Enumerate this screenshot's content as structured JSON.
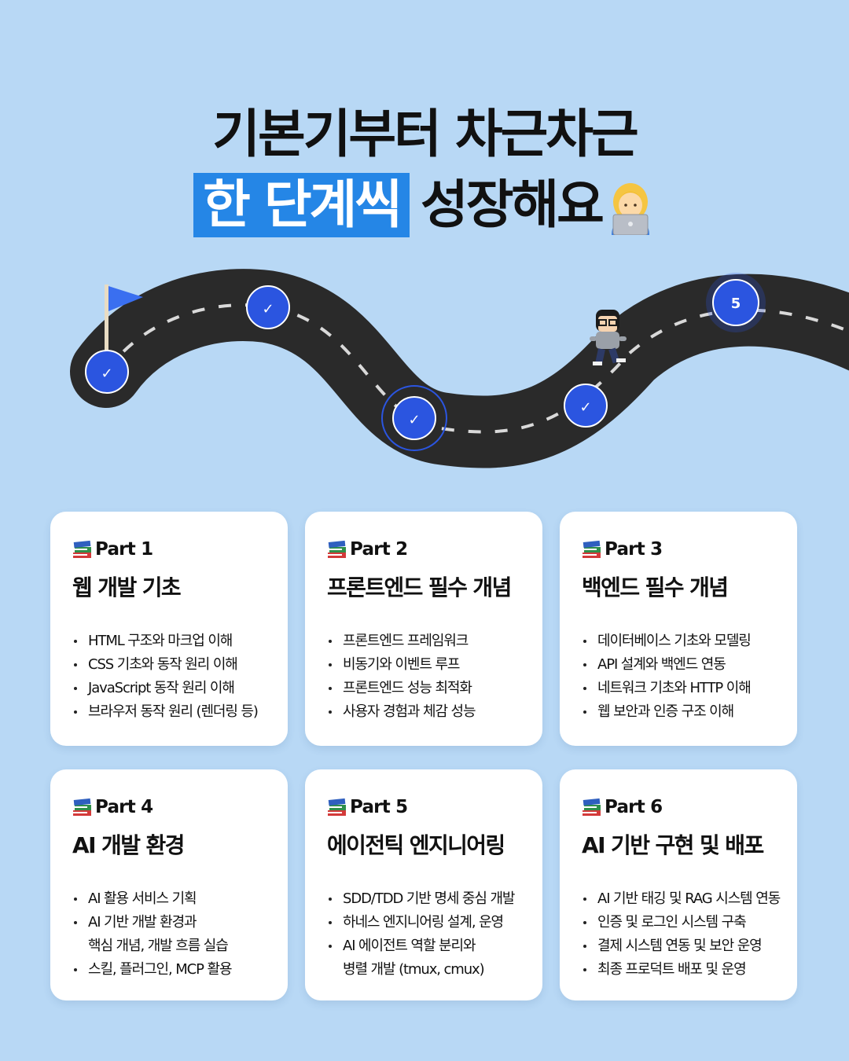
{
  "headline": {
    "line1": "기본기부터 차근차근",
    "highlight": "한 단계씩",
    "line2_rest": "성장해요",
    "emoji_icon": "woman-technologist-emoji"
  },
  "roadmap": {
    "completed_check": "✓",
    "current_step": "5",
    "colors": {
      "road": "#2a2a2a",
      "marker": "#2b55e0",
      "flag": "#3a6ff0"
    }
  },
  "parts": [
    {
      "label": "Part 1",
      "title": "웹 개발 기초",
      "items": [
        "HTML 구조와 마크업 이해",
        "CSS 기초와 동작 원리 이해",
        "JavaScript 동작 원리 이해",
        "브라우저 동작 원리 (렌더링 등)"
      ]
    },
    {
      "label": "Part 2",
      "title": "프론트엔드 필수 개념",
      "items": [
        "프론트엔드 프레임워크",
        "비동기와 이벤트 루프",
        "프론트엔드 성능 최적화",
        "사용자 경험과 체감 성능"
      ]
    },
    {
      "label": "Part 3",
      "title": "백엔드 필수 개념",
      "items": [
        "데이터베이스 기초와 모델링",
        "API 설계와 백엔드 연동",
        "네트워크 기초와 HTTP 이해",
        "웹 보안과 인증 구조 이해"
      ]
    },
    {
      "label": "Part 4",
      "title": "AI 개발 환경",
      "items": [
        "AI 활용 서비스 기획",
        "AI 기반 개발 환경과",
        "핵심 개념, 개발 흐름 실습",
        "스킬, 플러그인, MCP 활용"
      ]
    },
    {
      "label": "Part 5",
      "title": "에이전틱 엔지니어링",
      "items": [
        "SDD/TDD 기반 명세 중심 개발",
        "하네스 엔지니어링 설계, 운영",
        "AI 에이전트 역할 분리와",
        "병렬 개발 (tmux, cmux)"
      ]
    },
    {
      "label": "Part 6",
      "title": "AI 기반 구현 및 배포",
      "items": [
        "AI 기반 태깅 및 RAG 시스템 연동",
        "인증 및 로그인 시스템 구축",
        "결제 시스템 연동 및 보안 운영",
        "최종 프로덕트 배포 및 운영"
      ]
    }
  ]
}
